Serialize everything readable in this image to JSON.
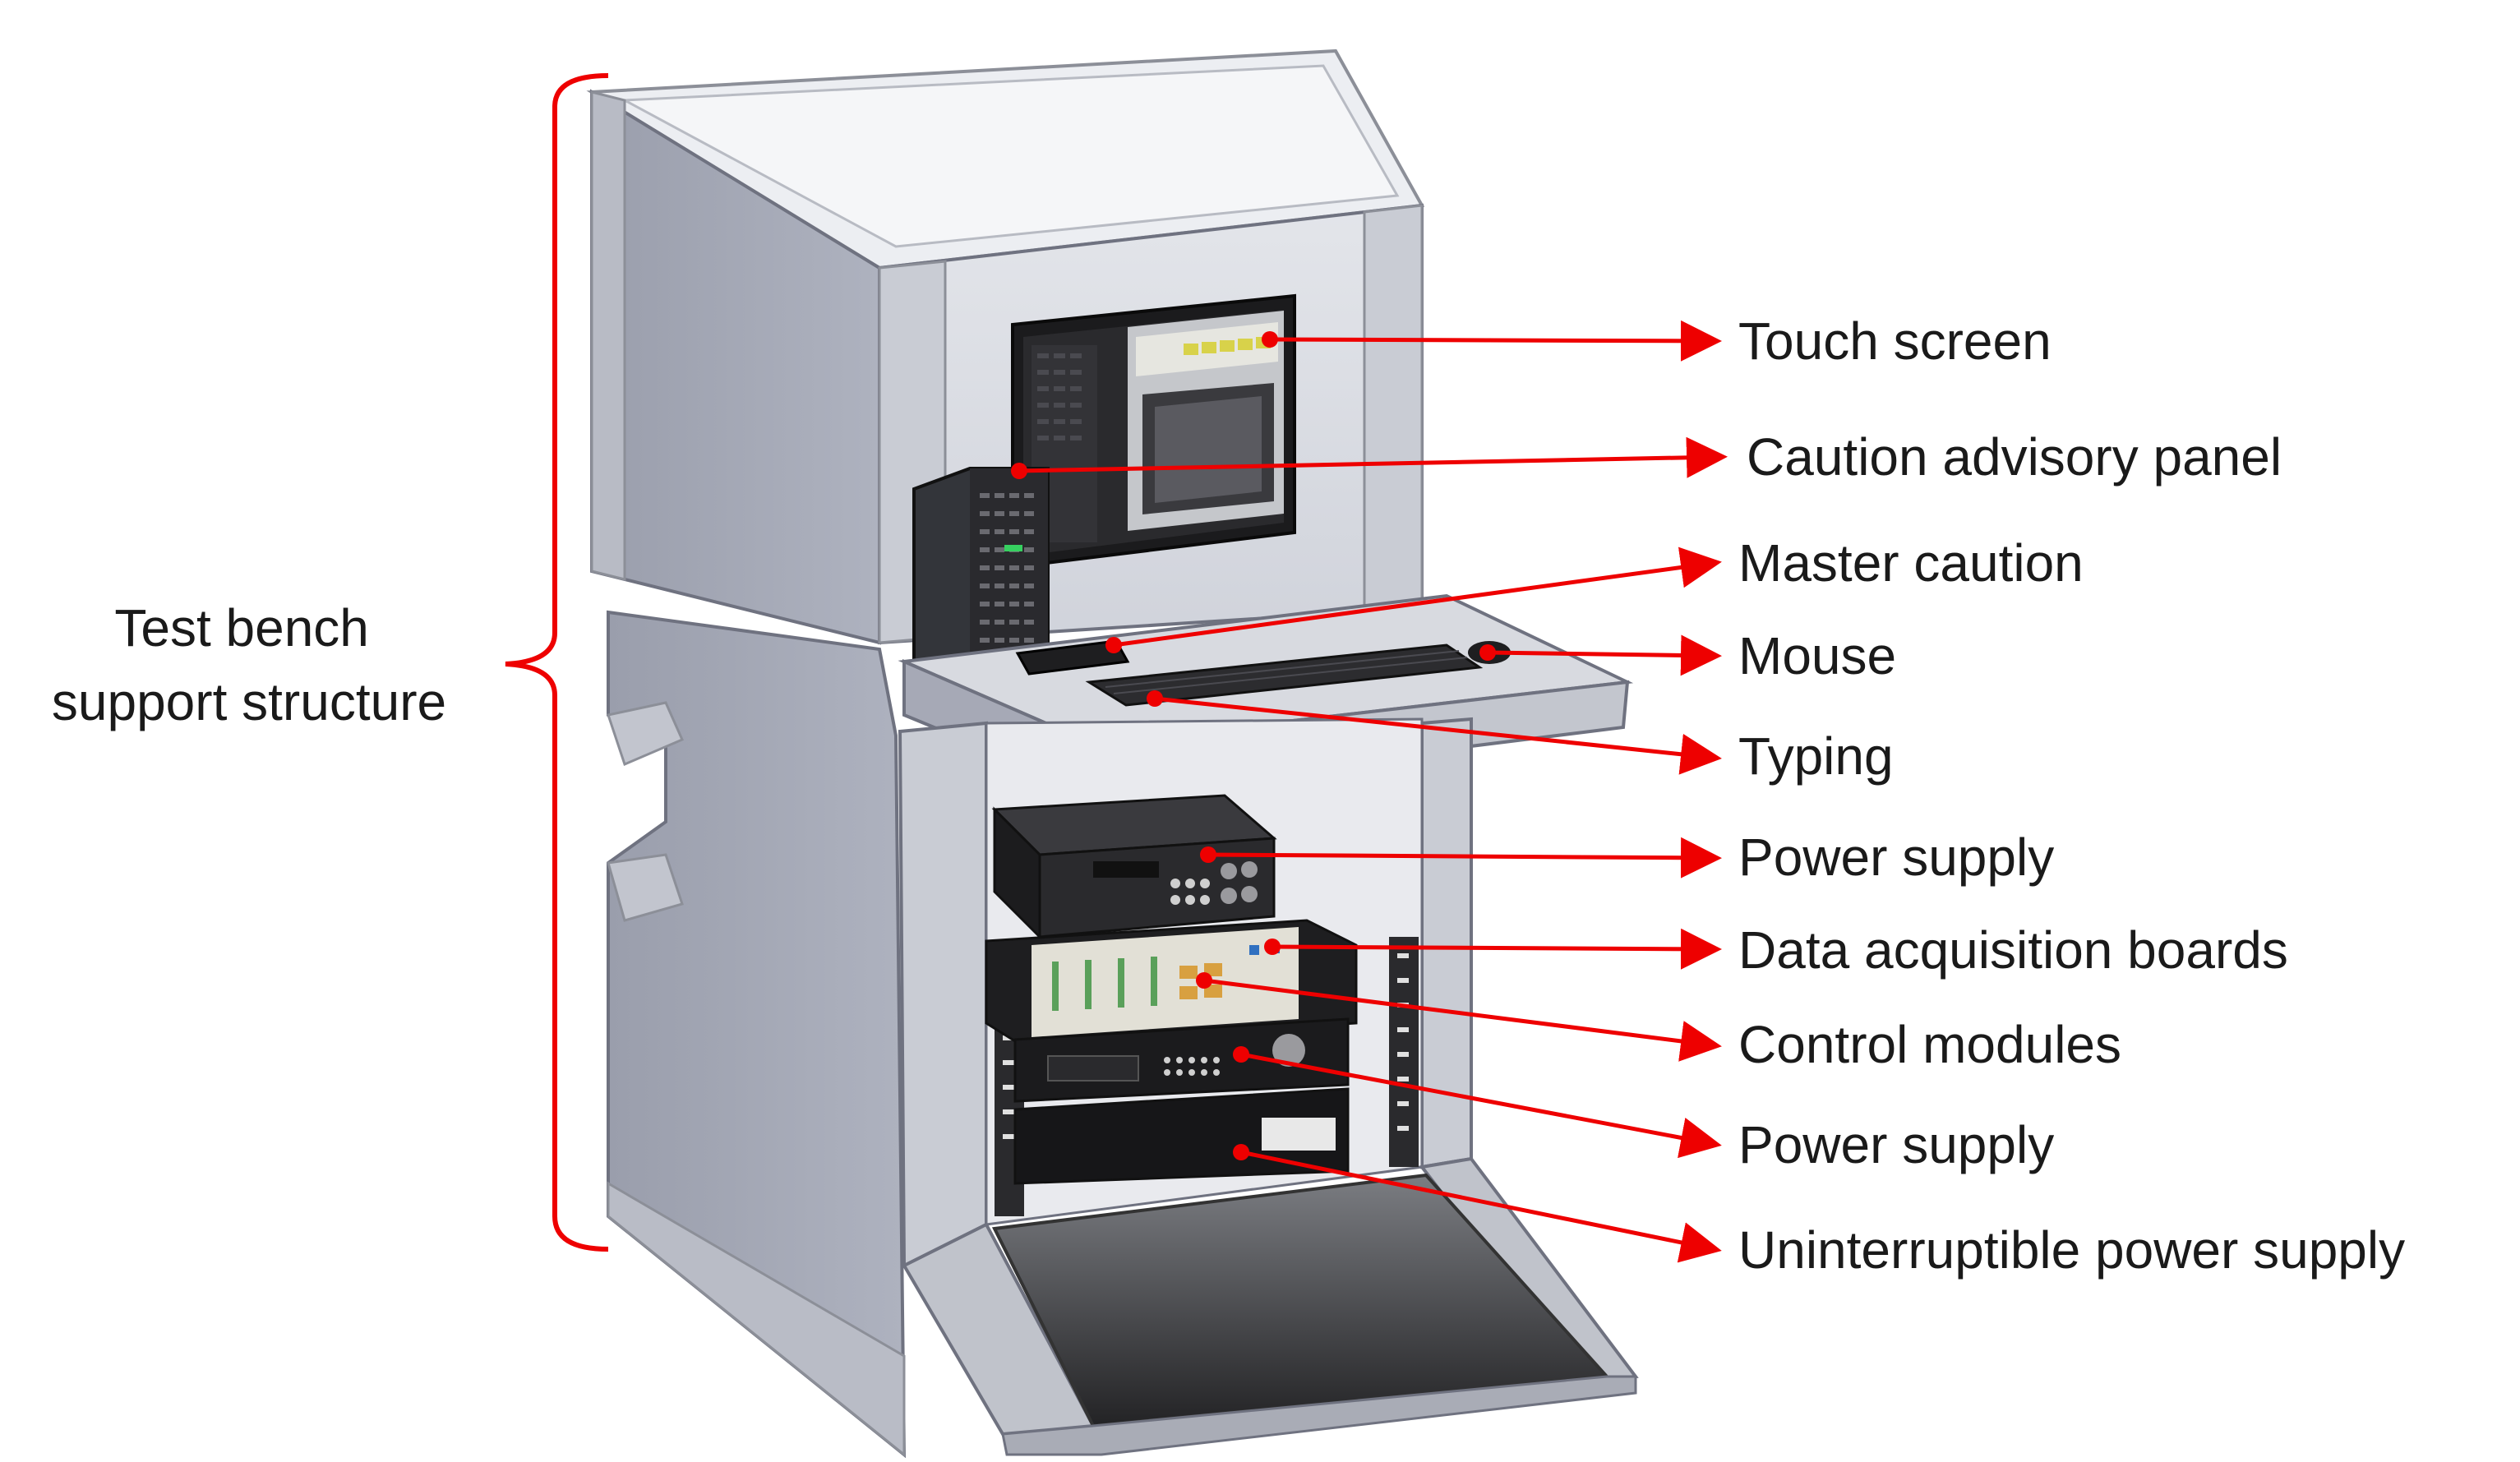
{
  "colors": {
    "arrow": "#ee0000",
    "panel_light": "#d6d9e2",
    "panel_mid": "#a9adbb",
    "panel_dark": "#8d91a0",
    "trim": "#c9ccd4",
    "equipment_dark": "#1c1c1e",
    "label_text": "#1a1a1a"
  },
  "diagram": {
    "bracket_label": [
      "Test bench",
      "support structure"
    ],
    "labels": [
      "Touch screen",
      "Caution advisory panel",
      "Master caution",
      "Mouse",
      "Typing",
      "Power supply",
      "Data acquisition boards",
      "Control modules",
      "Power supply",
      "Uninterruptible power supply"
    ]
  }
}
